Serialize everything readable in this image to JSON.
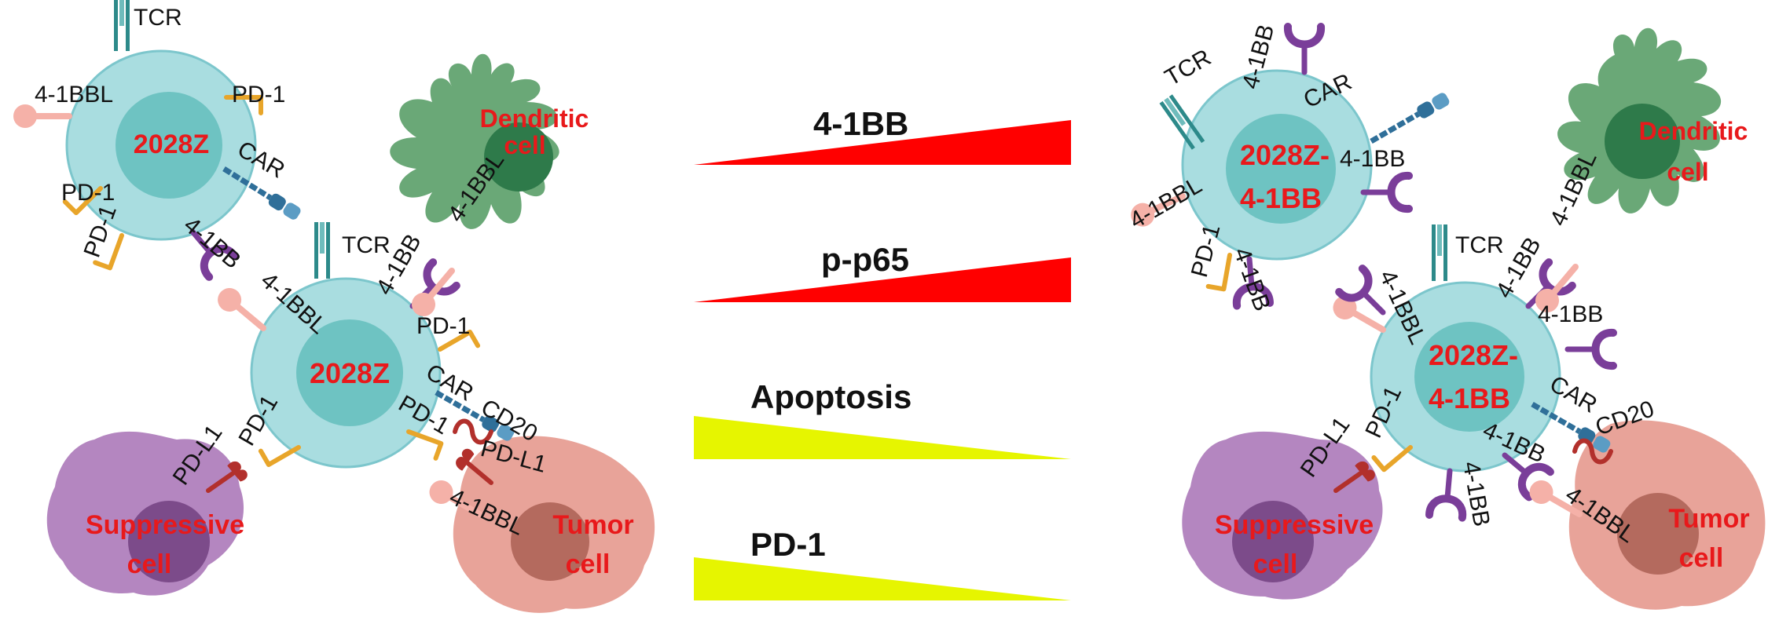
{
  "colors": {
    "t_cell_outer": "#a9dde0",
    "t_cell_outer_stroke": "#7cc6cc",
    "t_cell_nucleus": "#6ec3c2",
    "dendritic": "#6aa877",
    "dendritic_nucleus": "#2e7a4a",
    "suppressive": "#b486c0",
    "suppressive_nucleus": "#7c4b8a",
    "tumor": "#e8a399",
    "tumor_nucleus": "#b46a5e",
    "cell_label": "#e8191b",
    "receptor_41bb": "#7a3e99",
    "ligand_41bbl": "#f5b1a8",
    "pd1": "#e8a52a",
    "pdl1": "#b2302c",
    "car": "#2f6f99",
    "tcr": "#2d8a8a",
    "bar_up": "#ff0000",
    "bar_down": "#e6f500"
  },
  "left_panel": {
    "cell_top": "2028Z",
    "cell_center": "2028Z",
    "dendritic_line1": "Dendritic",
    "dendritic_line2": "cell",
    "suppressive_line1": "Suppressive",
    "suppressive_line2": "cell",
    "tumor_line1": "Tumor",
    "tumor_line2": "cell",
    "labels": {
      "tcr_top": "TCR",
      "bbl_top": "4-1BBL",
      "pd1_top_right": "PD-1",
      "car_top": "CAR",
      "pd1_top_left_a": "PD-1",
      "pd1_top_left_b": "PD-1",
      "bb_top": "4-1BB",
      "tcr_center": "TCR",
      "bb_center": "4-1BB",
      "bbl_on_dendritic": "4-1BBL",
      "bbl_center": "4-1BBL",
      "pd1_center_top": "PD-1",
      "car_center": "CAR",
      "pd1_center_right": "PD-1",
      "cd20": "CD20",
      "pdl1_tumor": "PD-L1",
      "pd1_center_left": "PD-1",
      "pdl1_suppressive": "PD-L1",
      "bbl_tumor": "4-1BBL"
    }
  },
  "middle_panel": {
    "items": [
      {
        "label": "4-1BB",
        "trend": "increasing"
      },
      {
        "label": "p-p65",
        "trend": "increasing"
      },
      {
        "label": "Apoptosis",
        "trend": "decreasing"
      },
      {
        "label": "PD-1",
        "trend": "decreasing"
      }
    ]
  },
  "right_panel": {
    "cell_top_line1": "2028Z-",
    "cell_top_line2": "4-1BB",
    "cell_center_line1": "2028Z-",
    "cell_center_line2": "4-1BB",
    "dendritic_line1": "Dendritic",
    "dendritic_line2": "cell",
    "suppressive_line1": "Suppressive",
    "suppressive_line2": "cell",
    "tumor_line1": "Tumor",
    "tumor_line2": "cell",
    "labels": {
      "bb_top_a": "4-1BB",
      "tcr_top": "TCR",
      "car_top": "CAR",
      "bb_top_b": "4-1BB",
      "bbl_top": "4-1BBL",
      "pd1_top": "PD-1",
      "bb_top_c": "4-1BB",
      "tcr_center": "TCR",
      "bb_center_a": "4-1BB",
      "bbl_on_dendritic": "4-1BBL",
      "bb_center_b": "4-1BB",
      "bbl_center": "4-1BBL",
      "pd1_center": "PD-1",
      "pdl1_suppressive": "PD-L1",
      "bb_center_c": "4-1BB",
      "car_center": "CAR",
      "cd20": "CD20",
      "bb_center_d": "4-1BB",
      "bbl_tumor": "4-1BBL"
    }
  }
}
